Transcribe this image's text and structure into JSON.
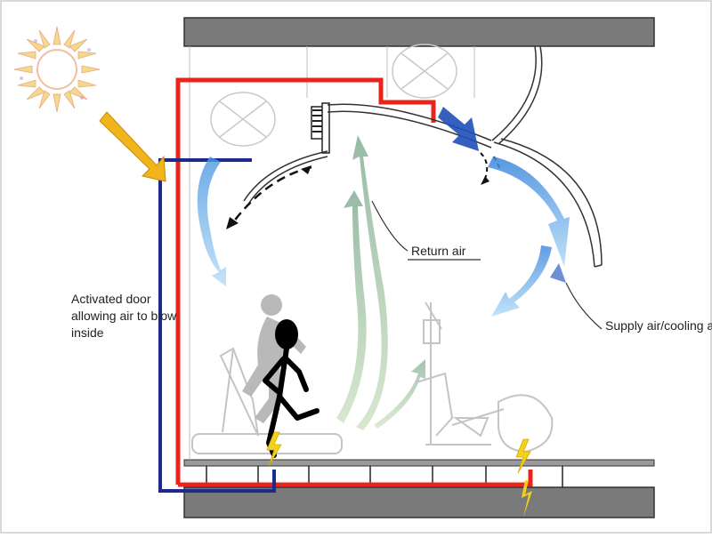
{
  "labels": {
    "activated_door": "Activated door allowing air to blow inside",
    "return_air": "Return air",
    "supply_air": "Supply air/cooling air"
  },
  "colors": {
    "hot_duct": "#e8251d",
    "cold_duct": "#1b2a8c",
    "supply_arrow": "#5aa6e6",
    "supply_arrow_dark": "#1f4fb8",
    "return_arrow": "#9cc08a",
    "sun_ray": "#f0b41c",
    "lightning": "#f4d21a",
    "slab": "#777777"
  },
  "icons": [
    "sun-icon",
    "runner-icon",
    "treadmill-icon",
    "elliptical-trainer-icon",
    "exercise-bike-icon",
    "lightning-icon"
  ]
}
